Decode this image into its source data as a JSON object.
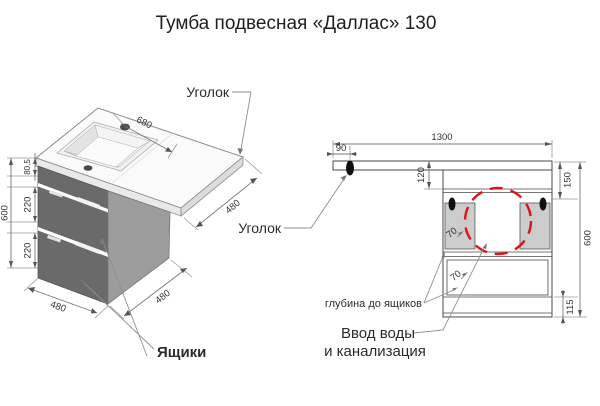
{
  "title": "Тумба подвесная «Даллас» 130",
  "iso": {
    "label_corner_top": "Уголок",
    "label_corner_side": "Уголок",
    "label_drawers": "Ящики",
    "dim_sink_width": "680",
    "dim_counter_depth": "480",
    "dim_total_height": "600",
    "dim_apron_height": "80,5",
    "dim_drawer_top": "220",
    "dim_drawer_bottom": "220",
    "dim_cabinet_width": "480",
    "dim_cabinet_depth": "480"
  },
  "front": {
    "dim_total_width": "1300",
    "dim_bracket_offset": "90",
    "dim_counter_to_drawer": "120",
    "dim_top_section": "150",
    "dim_total_height": "600",
    "dim_bottom_section": "115",
    "dim_drawer_depth_upper": "70",
    "dim_drawer_depth_lower": "70",
    "label_depth_to_drawers": "глубина до ящиков",
    "label_water_line1": "Ввод воды",
    "label_water_line2": "и канализация"
  },
  "colors": {
    "accent_red": "#e01212"
  }
}
